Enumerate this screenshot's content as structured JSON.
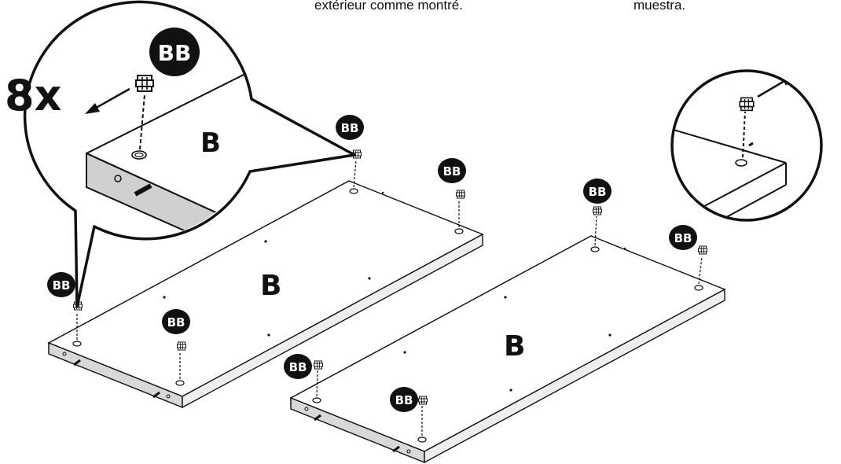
{
  "caption": {
    "french": "extérieur comme montré.",
    "spanish": "muestra."
  },
  "quantity_label": "8x",
  "part_label": "B",
  "hardware_label": "BB"
}
